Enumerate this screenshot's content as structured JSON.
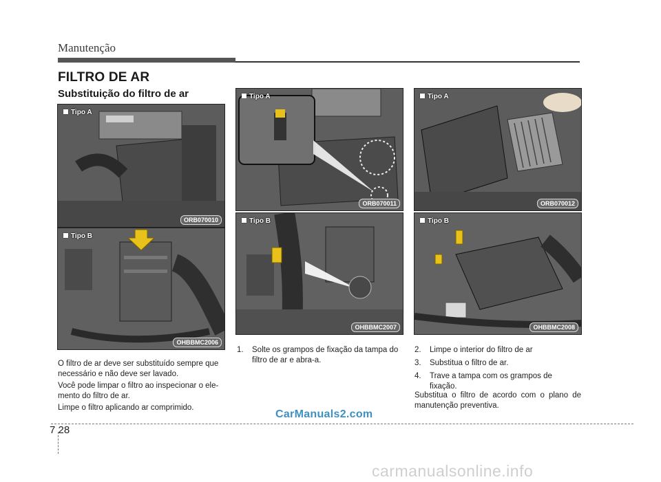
{
  "header": {
    "title": "Manutenção"
  },
  "section": {
    "title": "FILTRO DE AR",
    "subtitle": "Substituição do filtro de ar"
  },
  "photos": {
    "p1": {
      "tag": "Tipo A",
      "code": "ORB070010"
    },
    "p2": {
      "tag": "Tipo B",
      "code": "OHBBMC2006"
    },
    "p3": {
      "tag": "Tipo A",
      "code": "ORB070011"
    },
    "p4": {
      "tag": "Tipo B",
      "code": "OHBBMC2007"
    },
    "p5": {
      "tag": "Tipo A",
      "code": "ORB070012"
    },
    "p6": {
      "tag": "Tipo B",
      "code": "OHBBMC2008"
    }
  },
  "left_text": {
    "p1": "O filtro de ar deve ser substituído sempre que necessário e não deve ser lavado.",
    "p2": "Você pode limpar o filtro ao inspecionar o ele-mento do filtro de ar.",
    "p3": "Limpe o filtro aplicando ar comprimido."
  },
  "steps_middle": [
    {
      "num": "1.",
      "text": "Solte os grampos de fixação da tampa do filtro de ar e abra-a."
    }
  ],
  "steps_right": [
    {
      "num": "2.",
      "text": "Limpe o interior do filtro de ar"
    },
    {
      "num": "3.",
      "text": "Substitua o filtro de ar."
    },
    {
      "num": "4.",
      "text": "Trave a tampa com os grampos de fixação."
    }
  ],
  "right_note": "Substitua o filtro de acordo com o plano de manutenção preventiva.",
  "watermark": "CarManuals2.com",
  "page_number": "7 28",
  "footer_watermark": "carmanualsonline.info",
  "colors": {
    "arrow_yellow": "#e8c21a",
    "engine_gray": "#5a5a5a",
    "watermark_blue": "#3d8fc4"
  }
}
